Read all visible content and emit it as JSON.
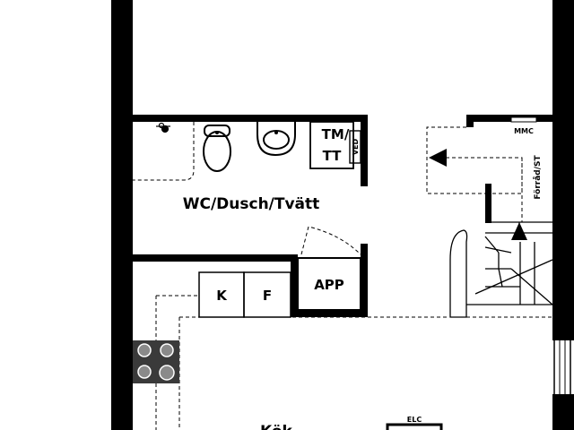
{
  "rooms": {
    "wc": "WC/Dusch/Tvätt",
    "kitchen": "Kök",
    "storage": "Förråd/ST"
  },
  "appliances": {
    "freezer": "K",
    "fridge": "F",
    "dishwasher": "APP",
    "washer_top": "TM/",
    "dryer_bottom": "TT",
    "water_heater": "VED"
  },
  "labels": {
    "mmc": "MMC",
    "elc": "ELC"
  },
  "colors": {
    "wall": "#000000",
    "stove": "#3a3a3a",
    "burner": "#8a8a8a"
  }
}
